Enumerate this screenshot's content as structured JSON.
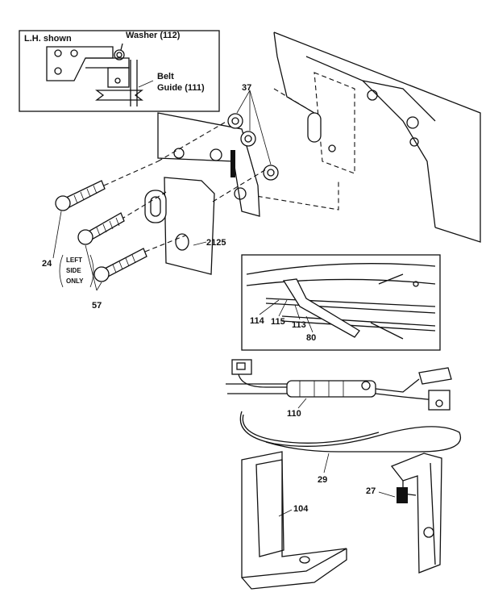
{
  "inset_top": {
    "title": "L.H. shown",
    "washer": "Washer (112)",
    "belt_line1": "Belt",
    "belt_line2": "Guide (111)"
  },
  "callouts": {
    "p37": "37",
    "p24": "24",
    "p57": "57",
    "p2125": "2125",
    "left_side_1": "LEFT",
    "left_side_2": "SIDE",
    "left_side_3": "ONLY",
    "p114": "114",
    "p115": "115",
    "p113": "113",
    "p80": "80",
    "p110": "110",
    "p29": "29",
    "p27": "27",
    "p104": "104"
  },
  "colors": {
    "ink": "#111111",
    "paper": "#ffffff"
  }
}
